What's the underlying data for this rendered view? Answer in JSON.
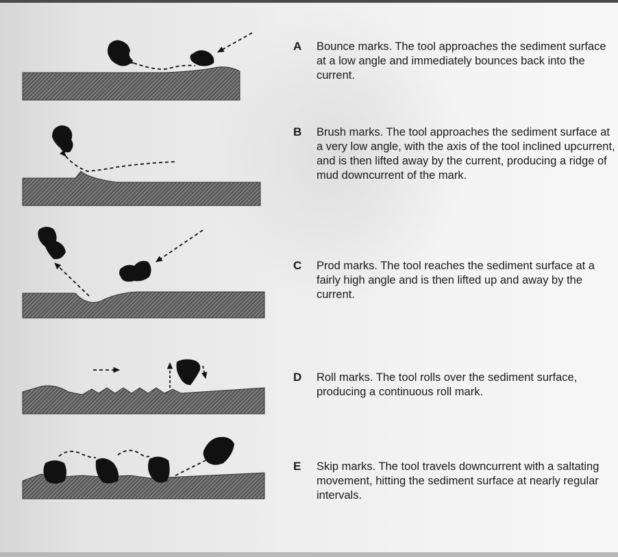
{
  "panels": [
    {
      "letter": "A",
      "text": "Bounce marks. The tool approaches the sediment surface at a low angle and immediately bounces back into the current."
    },
    {
      "letter": "B",
      "text": "Brush marks. The tool approaches the sediment surface at a very low angle, with the axis of the tool inclined upcurrent, and is then lifted away by the current, producing a ridge of mud downcurrent of the mark."
    },
    {
      "letter": "C",
      "text": "Prod marks. The tool reaches the sediment surface at a fairly high angle and is then lifted up and away by the current."
    },
    {
      "letter": "D",
      "text": "Roll marks. The tool rolls over the sediment surface, producing a continuous roll mark."
    },
    {
      "letter": "E",
      "text": "Skip marks. The tool travels downcurrent with a saltating movement, hitting the sediment surface at nearly regular intervals."
    }
  ],
  "colors": {
    "sediment": "#555555",
    "tool": "#111111",
    "text": "#1a1a1a"
  }
}
